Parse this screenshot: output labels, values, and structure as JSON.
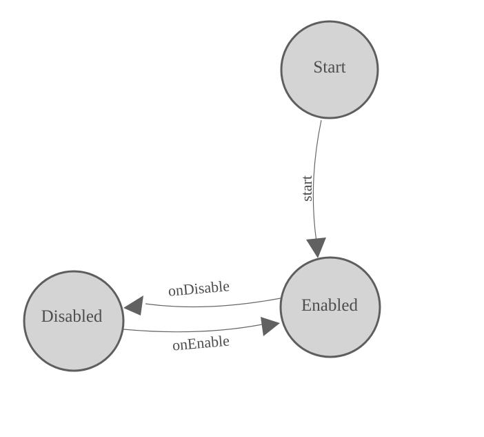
{
  "colors": {
    "background": "#ffffff",
    "node_fill": "#d4d4d4",
    "node_stroke": "#5e5e5e",
    "edge_stroke": "#666666",
    "arrow_fill": "#616161",
    "label_color": "#4d4d4d"
  },
  "diagram": {
    "type": "state-machine-graph",
    "nodes": [
      {
        "id": "start",
        "label": "Start"
      },
      {
        "id": "enabled",
        "label": "Enabled"
      },
      {
        "id": "disabled",
        "label": "Disabled"
      }
    ],
    "edges": [
      {
        "from": "Start",
        "to": "Enabled",
        "label": "start"
      },
      {
        "from": "Enabled",
        "to": "Disabled",
        "label": "onDisable"
      },
      {
        "from": "Disabled",
        "to": "Enabled",
        "label": "onEnable"
      }
    ]
  }
}
